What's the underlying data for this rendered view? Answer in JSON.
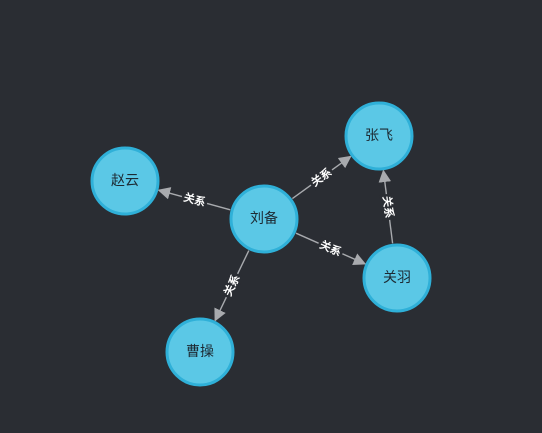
{
  "colors": {
    "background": "#2a2d33",
    "node_fill": "#5bc8e6",
    "node_stroke": "#2fb0d8",
    "edge": "#a8aaae",
    "edge_label": "#ffffff",
    "node_label": "#1d2a33"
  },
  "graph": {
    "nodes": [
      {
        "id": "liubei",
        "name": "刘备"
      },
      {
        "id": "zhangfei",
        "name": "张飞"
      },
      {
        "id": "zhaoyun",
        "name": "赵云"
      },
      {
        "id": "guanyu",
        "name": "关羽"
      },
      {
        "id": "caocao",
        "name": "曹操"
      }
    ],
    "edges": [
      {
        "source": "liubei",
        "target": "zhaoyun",
        "label": "关系"
      },
      {
        "source": "liubei",
        "target": "zhangfei",
        "label": "关系"
      },
      {
        "source": "liubei",
        "target": "guanyu",
        "label": "关系"
      },
      {
        "source": "liubei",
        "target": "caocao",
        "label": "关系"
      },
      {
        "source": "guanyu",
        "target": "zhangfei",
        "label": "关系"
      }
    ]
  }
}
